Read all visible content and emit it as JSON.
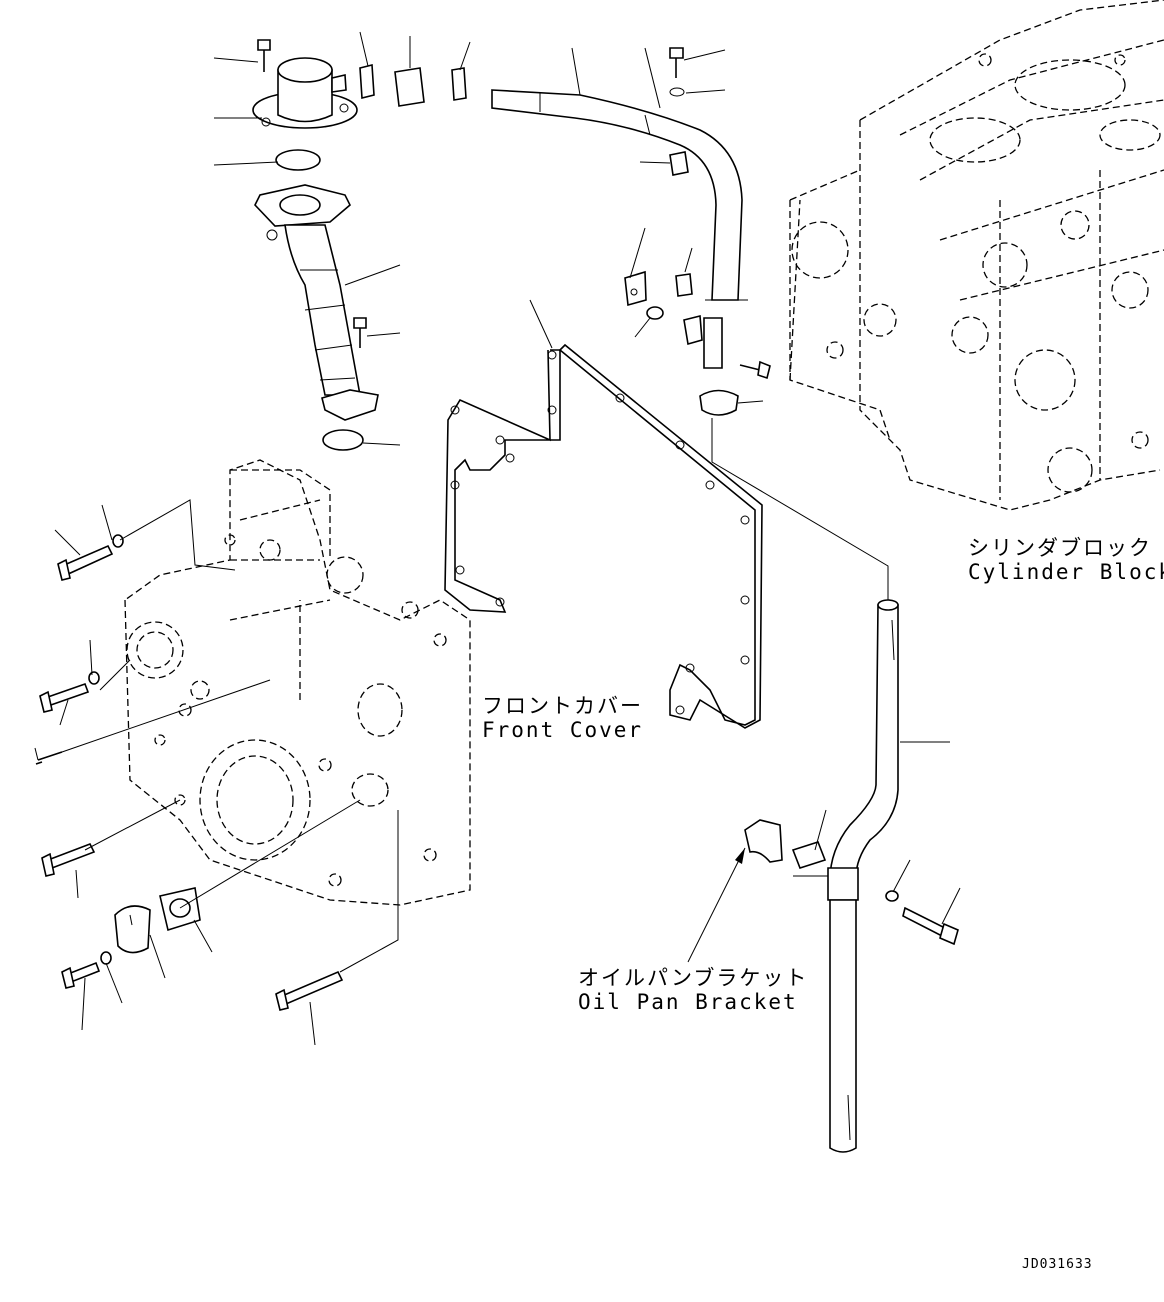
{
  "labels": {
    "cylinder_block": {
      "jp": "シリンダブロック",
      "en": "Cylinder Block"
    },
    "front_cover": {
      "jp": "フロントカバー",
      "en": "Front Cover"
    },
    "oil_pan_bracket": {
      "jp": "オイルパンブラケット",
      "en": "Oil Pan Bracket"
    }
  },
  "drawing_code": "JD031633"
}
